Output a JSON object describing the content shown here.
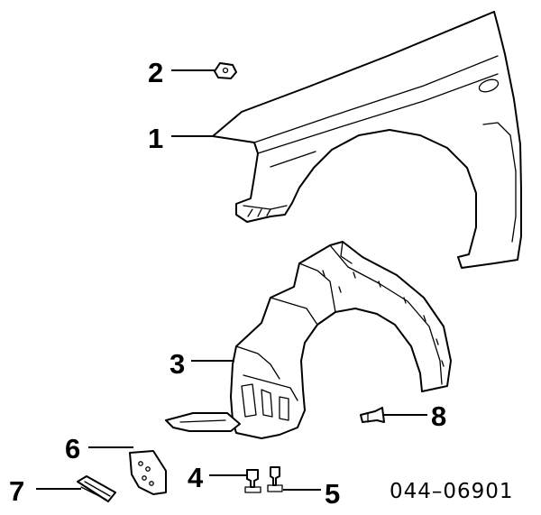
{
  "callouts": [
    {
      "id": "1",
      "label": "1"
    },
    {
      "id": "2",
      "label": "2"
    },
    {
      "id": "3",
      "label": "3"
    },
    {
      "id": "4",
      "label": "4"
    },
    {
      "id": "5",
      "label": "5"
    },
    {
      "id": "6",
      "label": "6"
    },
    {
      "id": "7",
      "label": "7"
    },
    {
      "id": "8",
      "label": "8"
    }
  ],
  "diagram_code": "044–06901"
}
